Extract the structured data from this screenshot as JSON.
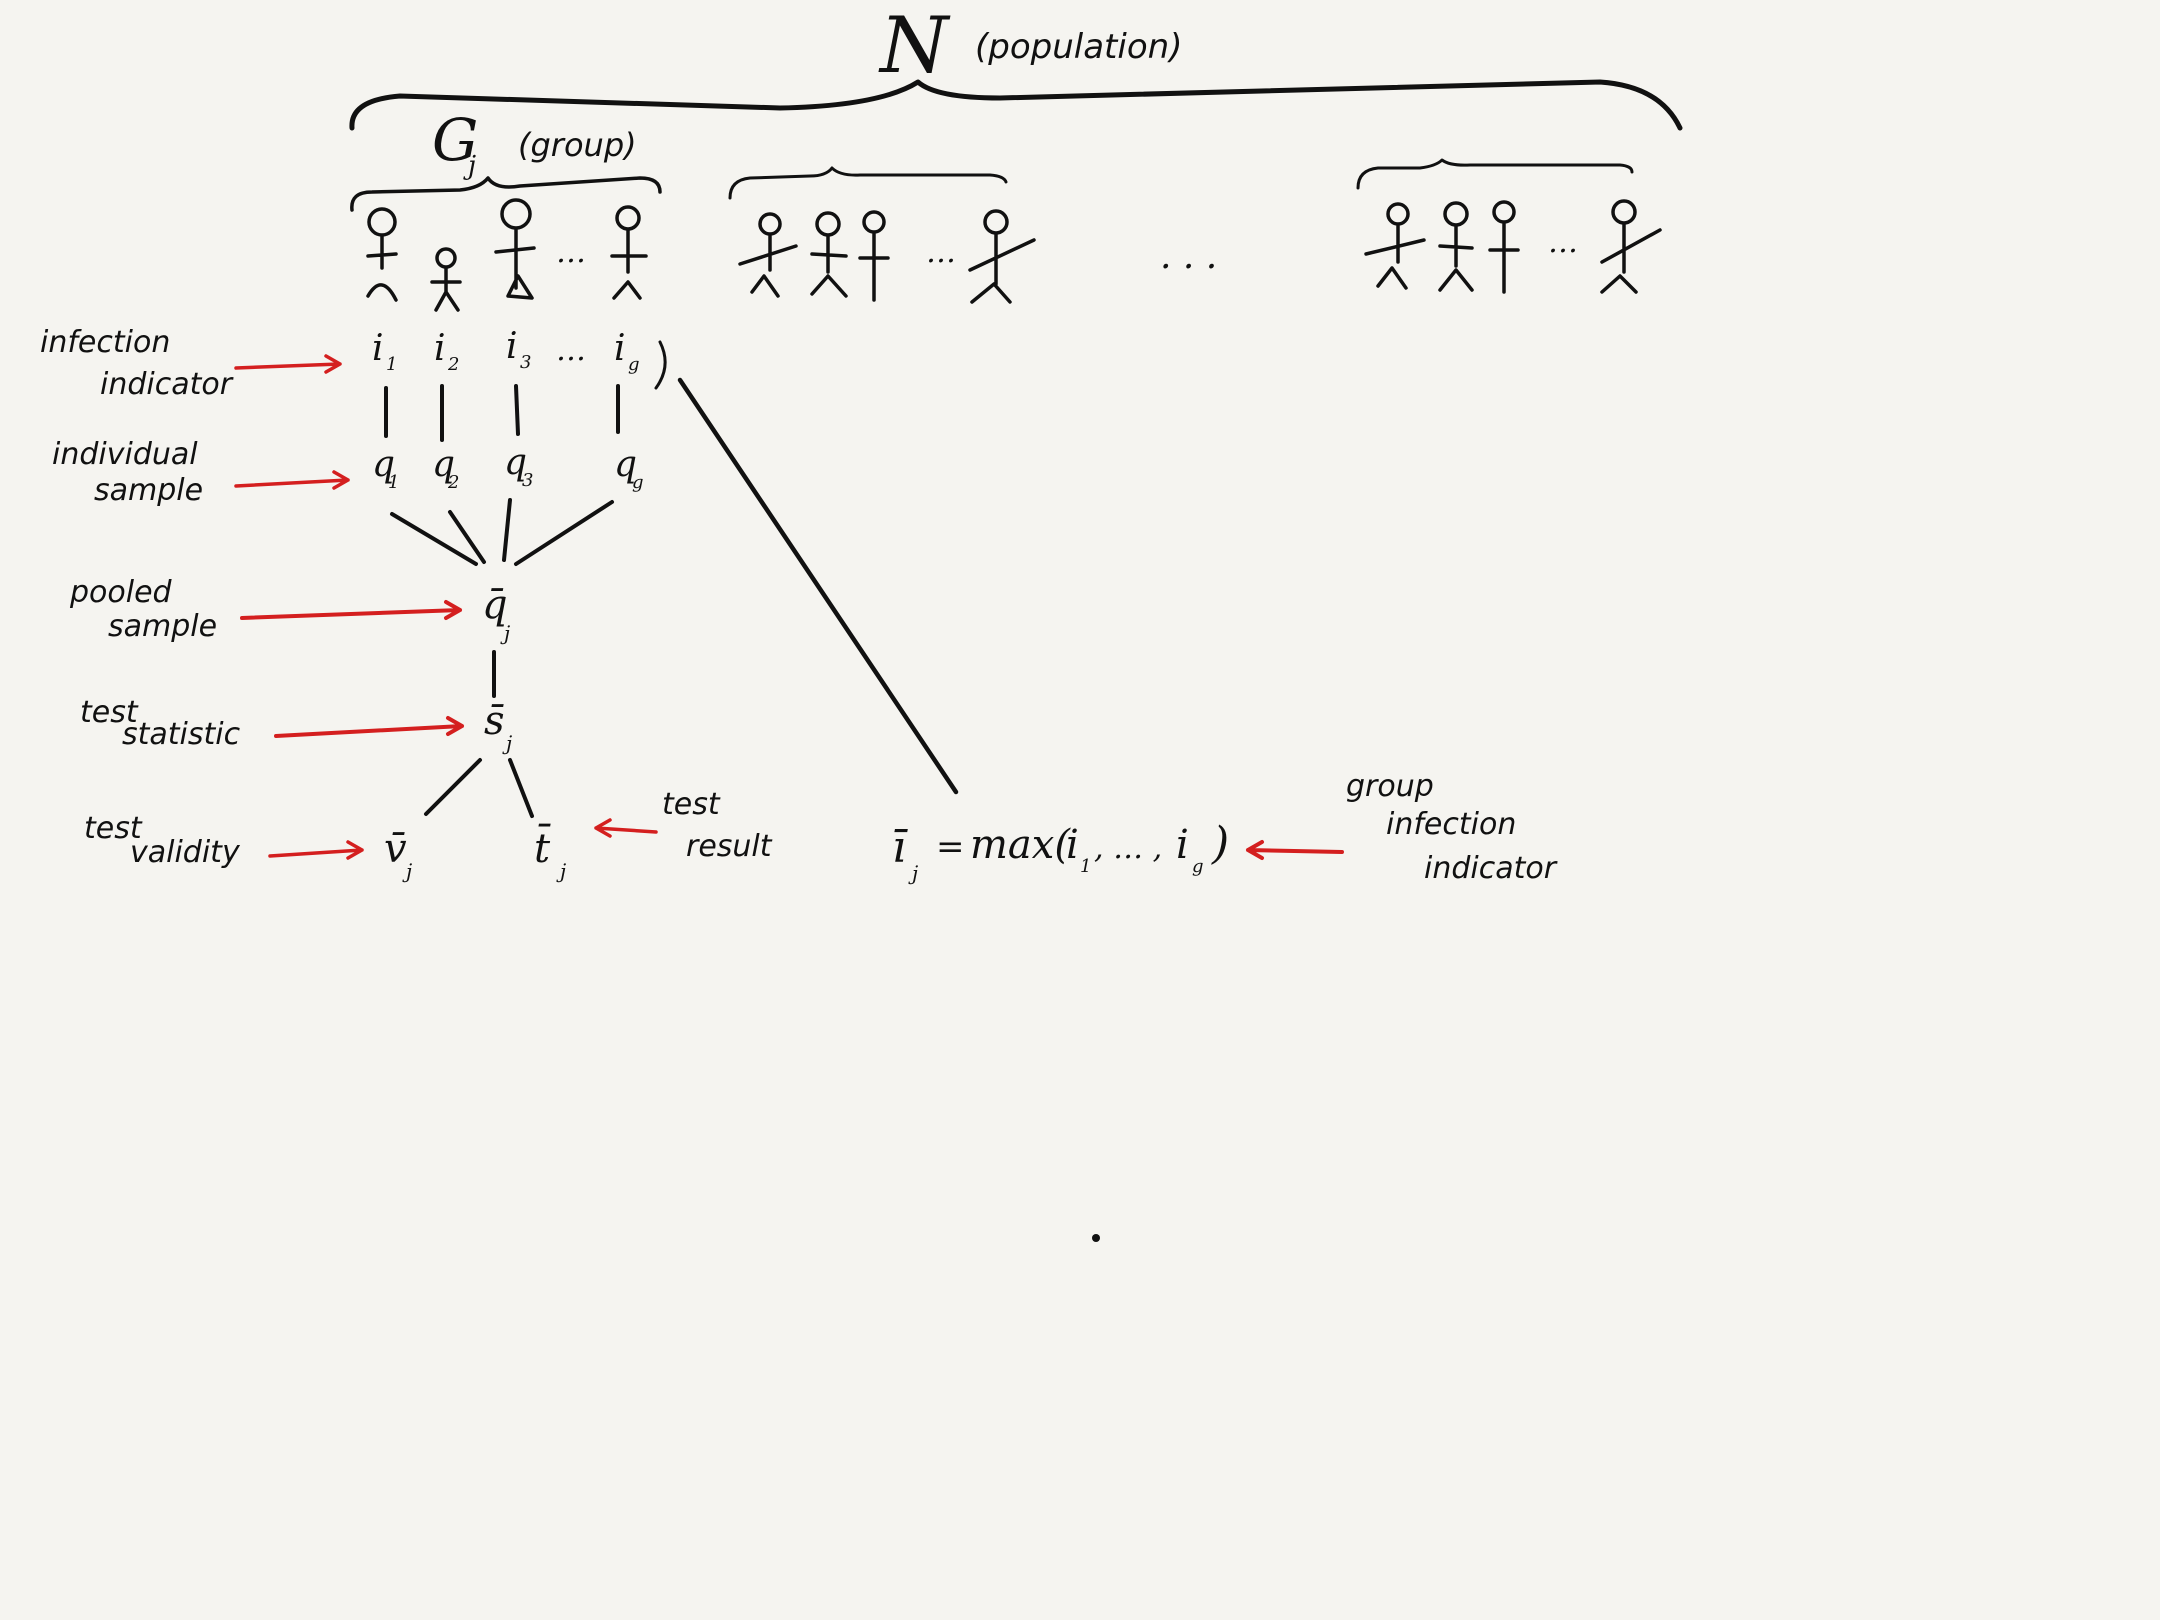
{
  "header": {
    "population_symbol": "N",
    "population_label": "(population)",
    "group_symbol": "G",
    "group_subscript": "j",
    "group_label": "(group)"
  },
  "dots": {
    "people": "…",
    "between_groups": ". . ."
  },
  "labels": {
    "infection_indicator": [
      "infection",
      "indicator"
    ],
    "individual_sample": [
      "individual",
      "sample"
    ],
    "pooled_sample": [
      "pooled",
      "sample"
    ],
    "test_statistic": [
      "test",
      "statistic"
    ],
    "test_validity": [
      "test",
      "validity"
    ],
    "test_result": [
      "test",
      "result"
    ],
    "group_infection_indicator": [
      "group",
      "infection",
      "indicator"
    ]
  },
  "variables": {
    "indicators": [
      {
        "base": "i",
        "sub": "1"
      },
      {
        "base": "i",
        "sub": "2"
      },
      {
        "base": "i",
        "sub": "3"
      },
      {
        "base": "i",
        "sub": "g"
      }
    ],
    "samples": [
      {
        "base": "q",
        "sub": "1"
      },
      {
        "base": "q",
        "sub": "2"
      },
      {
        "base": "q",
        "sub": "3"
      },
      {
        "base": "q",
        "sub": "g"
      }
    ],
    "pooled": {
      "base": "q̄",
      "sub": "j"
    },
    "statistic": {
      "base": "s̄",
      "sub": "j"
    },
    "validity": {
      "base": "v̄",
      "sub": "j"
    },
    "result": {
      "base": "t̄",
      "sub": "j"
    }
  },
  "formula": {
    "lhs_base": "ī",
    "lhs_sub": "j",
    "equals": "=",
    "fn_open": "max(",
    "arg1_base": "i",
    "arg1_sub": "1",
    "mid": ", … ,",
    "arg2_base": "i",
    "arg2_sub": "g",
    "fn_close": ")"
  },
  "colors": {
    "ink": "#111111",
    "annotation_arrow": "#d41f1f",
    "paper": "#f5f4f0"
  }
}
